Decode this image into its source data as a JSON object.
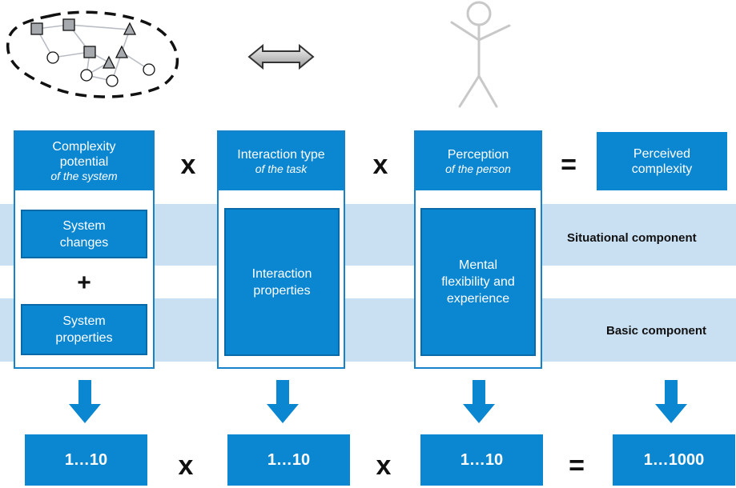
{
  "colors": {
    "accent": "#0b86d1",
    "band": "#c9dff2",
    "border": "#1582c9"
  },
  "factors": [
    {
      "title": "Complexity potential",
      "subtitle": "of the system"
    },
    {
      "title": "Interaction type",
      "subtitle": "of the task"
    },
    {
      "title": "Perception",
      "subtitle": "of the person"
    },
    {
      "title": "Perceived complexity",
      "subtitle": ""
    }
  ],
  "operators": {
    "times": "x",
    "equals": "=",
    "plus": "+"
  },
  "components": {
    "system_changes": "System changes",
    "system_properties": "System properties",
    "interaction_properties": "Interaction properties",
    "mental_flexibility": "Mental flexibility and experience"
  },
  "bands": {
    "situational": "Situational component",
    "basic": "Basic component"
  },
  "scales": [
    "1…10",
    "1…10",
    "1…10",
    "1…1000"
  ],
  "icons": [
    "system-network-icon",
    "double-arrow-icon",
    "stick-figure-icon",
    "down-arrow-icon"
  ]
}
